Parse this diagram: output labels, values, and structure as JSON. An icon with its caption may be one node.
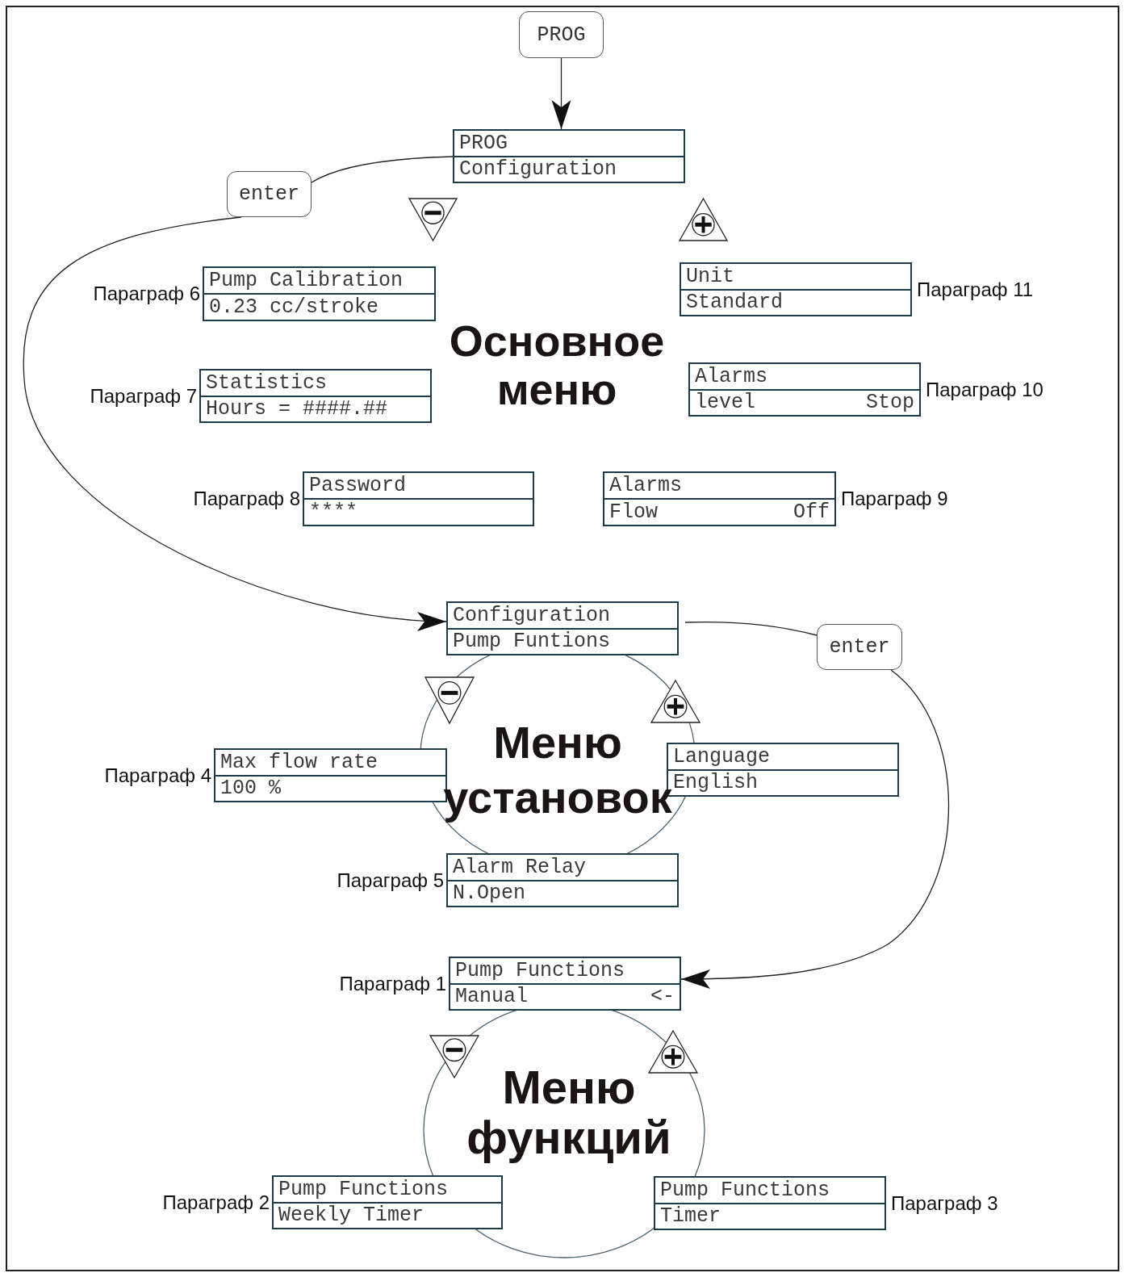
{
  "diagram": {
    "nodes": [
      {
        "text": [
          "PROG"
        ]
      },
      {
        "text": [
          "PROG",
          "Configuration"
        ]
      },
      {
        "text": [
          "enter"
        ]
      },
      {
        "text": [
          "Unit",
          "Standard"
        ],
        "beside": [
          "Параграф 11"
        ]
      },
      {
        "text": [
          "Pump Calibration",
          "0.23 cc/stroke"
        ],
        "beside": [
          "Параграф 6"
        ]
      },
      {
        "text": [
          "Alarms",
          "level",
          "Stop"
        ],
        "beside": [
          "Параграф 10"
        ]
      },
      {
        "text": [
          "Statistics",
          "Hours = ####.##"
        ],
        "beside": [
          "Параграф 7"
        ]
      },
      {
        "text": [
          "Password",
          "****"
        ],
        "beside": [
          "Параграф 8"
        ]
      },
      {
        "text": [
          "Alarms",
          "Flow",
          "Off"
        ],
        "beside": [
          "Параграф 9"
        ]
      },
      {
        "text": [
          "Configuration",
          "Pump Funtions"
        ]
      },
      {
        "text": [
          "enter"
        ]
      },
      {
        "text": [
          "Language",
          "English"
        ]
      },
      {
        "text": [
          "Max flow rate",
          "100 %"
        ],
        "beside": [
          "Параграф 4"
        ]
      },
      {
        "text": [
          "Alarm Relay",
          "N.Open"
        ],
        "beside": [
          "Параграф 5"
        ]
      },
      {
        "text": [
          "Pump Functions",
          "Manual",
          "<-"
        ],
        "beside": [
          "Параграф 1"
        ]
      },
      {
        "text": [
          "Pump Functions",
          "Weekly Timer"
        ],
        "beside": [
          "Параграф 2"
        ]
      },
      {
        "text": [
          "Pump Functions",
          "Timer"
        ],
        "beside": [
          "Параграф 3"
        ]
      }
    ],
    "edges": [
      {
        "from": 0,
        "to": 1,
        "arrow": "to"
      },
      {
        "from": 1,
        "to": 2,
        "arrow": "none"
      },
      {
        "from": 2,
        "to": 9,
        "arrow": "to"
      },
      {
        "from": 9,
        "to": 10,
        "arrow": "none"
      },
      {
        "from": 10,
        "to": 14,
        "arrow": "to"
      }
    ],
    "labels": [
      "Основное меню",
      "Меню установок",
      "Меню функций"
    ]
  }
}
